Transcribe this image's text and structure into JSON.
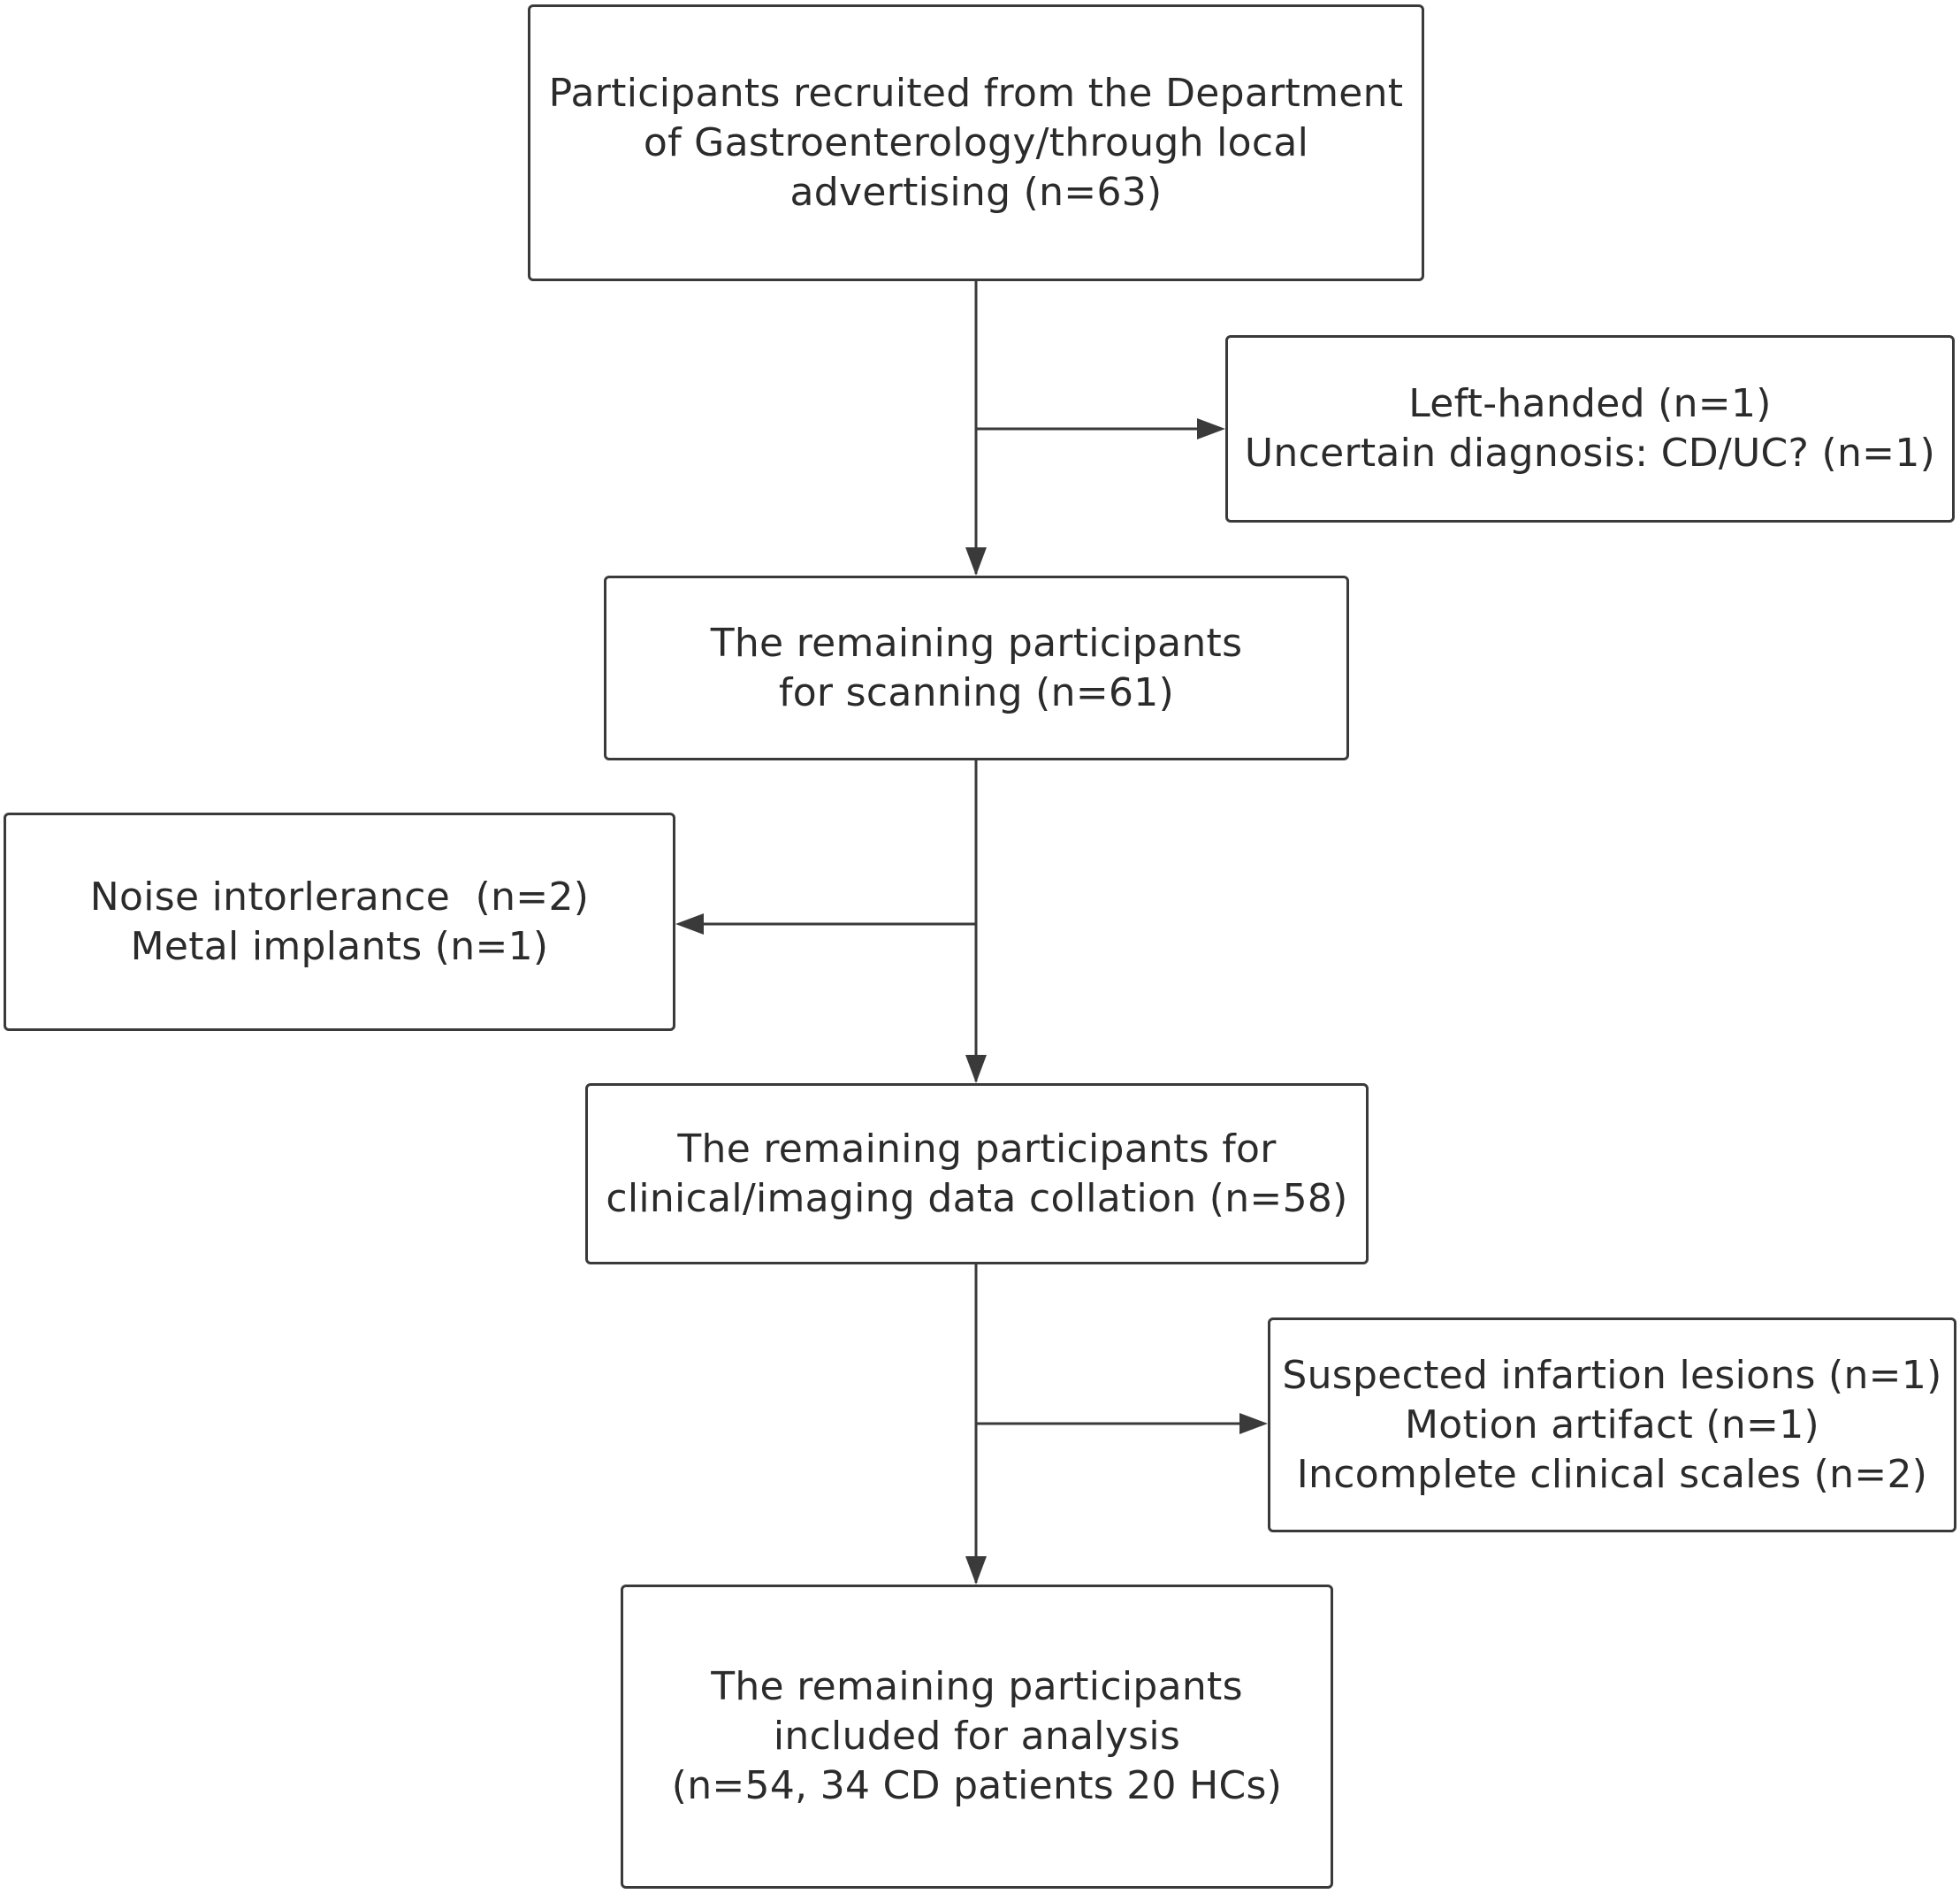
{
  "boxes": {
    "recruited": {
      "lines": [
        "Participants recruited from the Department",
        "of Gastroenterology/through local",
        "advertising (n=63)"
      ]
    },
    "exclusion_1": {
      "lines": [
        "Left-handed (n=1)",
        "Uncertain diagnosis: CD/UC? (n=1)"
      ]
    },
    "scanning": {
      "lines": [
        "The remaining participants",
        "for scanning (n=61)"
      ]
    },
    "exclusion_2": {
      "lines": [
        "Noise intorlerance  (n=2)",
        "Metal implants (n=1)"
      ]
    },
    "collation": {
      "lines": [
        "The remaining participants for",
        "clinical/imaging data collation (n=58)"
      ]
    },
    "exclusion_3": {
      "lines": [
        "Suspected infartion lesions (n=1)",
        "Motion artifact (n=1)",
        "Incomplete clinical scales (n=2)"
      ]
    },
    "analysis": {
      "lines": [
        "The remaining participants",
        "included for analysis",
        "(n=54, 34 CD patients 20 HCs)"
      ]
    }
  },
  "colors": {
    "stroke": "#3a3a3a",
    "text": "#2b2b2b",
    "background": "#ffffff"
  }
}
